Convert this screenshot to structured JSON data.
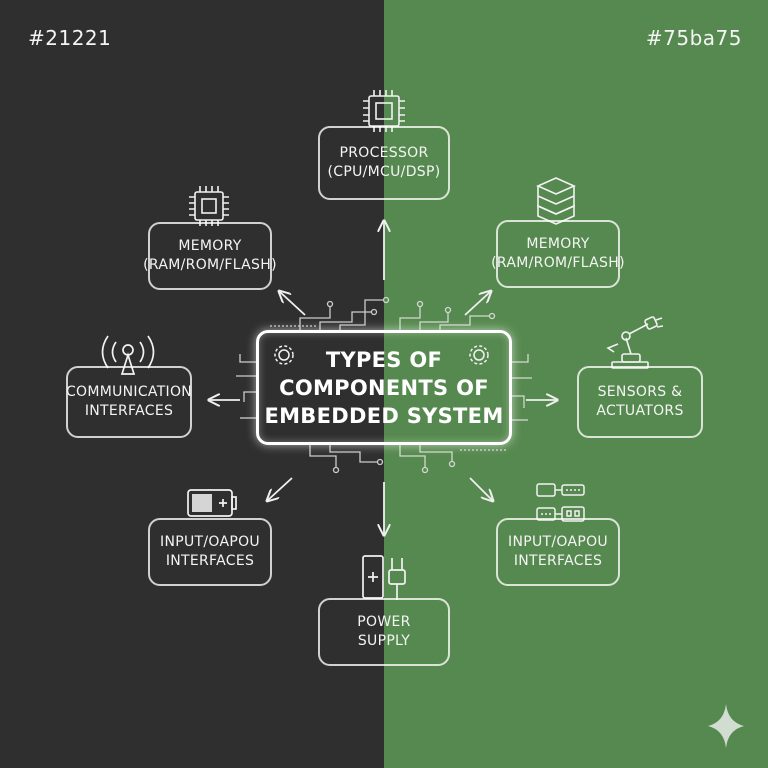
{
  "background": {
    "left_color": "#21221",
    "right_color": "#75ba75"
  },
  "corner_labels": {
    "left": "#21221",
    "right": "#75ba75"
  },
  "center": {
    "lines": [
      "TYPES OF",
      "COMPONENTS OF",
      "EMBEDDED SYSTEM"
    ]
  },
  "nodes": {
    "processor": {
      "lines": [
        "PROCESSOR",
        "(CPU/MCU/DSP)"
      ],
      "icon": "chip-icon"
    },
    "memory_left": {
      "lines": [
        "MEMORY",
        "(RAM/ROM/FLASH)"
      ],
      "icon": "chip-icon"
    },
    "memory_right": {
      "lines": [
        "MEMORY",
        "(RAM/ROM/FLASH)"
      ],
      "icon": "stack-layers-icon"
    },
    "communication": {
      "lines": [
        "COMMUNICATION",
        "INTERFACES"
      ],
      "icon": "antenna-icon"
    },
    "sensors": {
      "lines": [
        "SENSORS &",
        "ACTUATORS"
      ],
      "icon": "robot-arm-icon"
    },
    "io_left": {
      "lines": [
        "INPUT/OAPOU",
        "INTERFACES"
      ],
      "icon": "battery-icon"
    },
    "io_right": {
      "lines": [
        "INPUT/OAPOU",
        "INTERFACES"
      ],
      "icon": "connector-modules-icon"
    },
    "power": {
      "lines": [
        "POWER",
        "SUPPLY"
      ],
      "icon": "power-plug-icon"
    }
  }
}
